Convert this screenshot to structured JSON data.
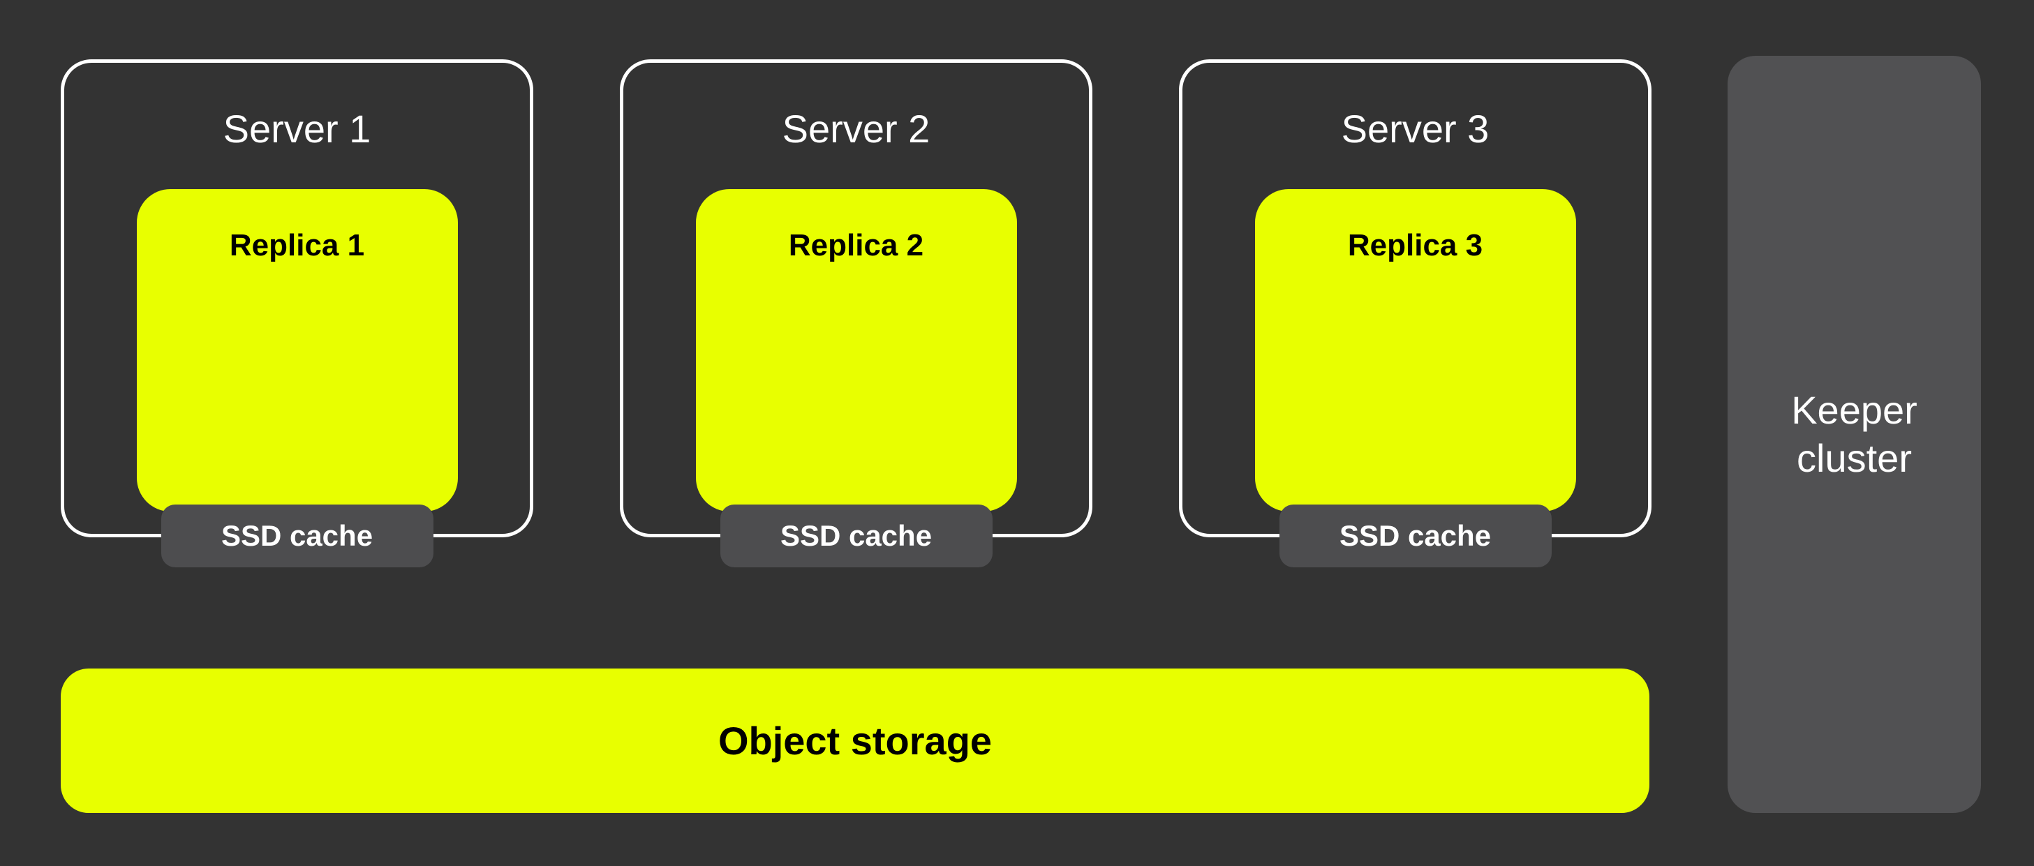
{
  "colors": {
    "background": "#333333",
    "panel_border": "#ffffff",
    "accent_yellow": "#e8ff00",
    "cache_gray": "#4d4d4f",
    "keeper_gray": "#515153",
    "text_light": "#ffffff",
    "text_dark": "#000000"
  },
  "servers": [
    {
      "label": "Server 1",
      "replica": "Replica 1",
      "cache": "SSD cache"
    },
    {
      "label": "Server 2",
      "replica": "Replica 2",
      "cache": "SSD cache"
    },
    {
      "label": "Server 3",
      "replica": "Replica 3",
      "cache": "SSD cache"
    }
  ],
  "keeper": {
    "label": "Keeper cluster"
  },
  "object_storage": {
    "label": "Object storage"
  }
}
